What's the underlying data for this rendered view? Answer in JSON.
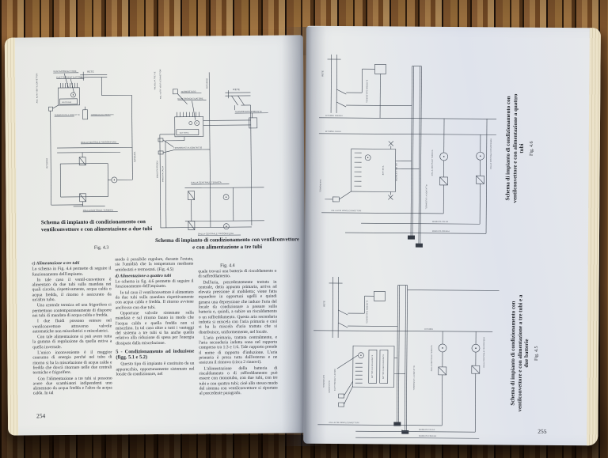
{
  "colors": {
    "paper": "#e9eae6",
    "paper_cool": "#dfe3ec",
    "ink": "#2e3138",
    "diagram_line": "#414955",
    "wood_dark": "#241609",
    "wood_mid": "#96663a",
    "wood_light": "#c49a63"
  },
  "page_left": {
    "number": "254",
    "fig43": {
      "caption": "Schema di impianto di condizionamento con ventilconvettore e con alimentazione a due tubi",
      "fig_label": "Fig. 4.3",
      "labels": {
        "agli_altri": "AGLI ALTRI VENTILCONVETTORI",
        "ventilconvettore": "VENTILCONVETTORE",
        "elettroventilatore": "ELETTROVENTILATORE",
        "rete": "RETE",
        "batteria": "BATTERIA",
        "termostato_a_contatto": "TERMOSTATO A CONTATTO",
        "termostato_ambiente": "TERMOSTATO AMBIENTE",
        "dalla_centrale_frigorifera": "DALLA CENTRALE FRIGORIFERA",
        "dalla_centrale_termica": "DALLA CENTRALE TERMICA",
        "ritorno": "RITORNO",
        "mandata": "MANDATA"
      }
    },
    "fig44": {
      "caption": "Schema di impianto di condizionamento con ventilconvettore e con alimentazione a tre tubi",
      "fig_label": "Fig. 4.4",
      "labels": {
        "valvola_a_tre_vie": "VALVOLA A TRE VIE",
        "agli_altri": "AGLI ALTRI VENTILCONVETTORI",
        "termostato": "TERMOSTATO",
        "elettroventilatore": "ELETTROVENTILATORE",
        "ritorno": "RITORNO",
        "rete": "RETE",
        "termostato_ambiente": "TERMOSTATO AMBIENTE",
        "batteria": "BATTERIA",
        "termostati_a_contatto": "TERMOSTATI A CONTATTO",
        "mandata_fredda": "MANDATA FREDDA",
        "mandata_calda": "MANDATA CALDA",
        "dalla_centrale_termica": "DALLA CENTRALE TERMICA",
        "dalla_centrale_frigorifera": "DALLA CENTRALE FRIGORIFERA"
      }
    },
    "col1": {
      "heading": "c) Alimentazione a tre tubi",
      "p1": "Lo schema in Fig. 4.4 permette di seguire il funzionamento dell'impianto.",
      "p2": "In tale caso il ventil-convettore è alimentato da due tubi sulla mandata nei quali circola, rispettivamente, acqua calda o acqua fredda, il ritorno è assicurato da un'altro tubo.",
      "p3": "Una centrale termica ed una frigorifera ci permettono contemporaneamente di disporre nei tubi di mandata di acqua calda e fredda.",
      "p4": "I due fluidi possono entrare nel ventilconvettore attraverso valvole automatiche non miscelatrici o miscelatrici.",
      "p5": "Con tale alimentazione si può avere tutta la gamma di regolazione da quella estiva a quella invernale.",
      "p6": "L'unico inconveniente è il maggior consumo di energia perché nel tubo di ritorno si ha la miscelazione di acqua calda e fredda che dovrà ritornare nelle due centrali termiche e frigorifere.",
      "p7": "Con l'alimentazione a tre tubi si possono avere due scambiatori indipendenti uno alimentato da acqua fredda e l'altro da acqua calda. In tal"
    },
    "col2": {
      "p1": "modo è possibile regolare, durante l'estate, sia l'umidità che la temperatura mediante umidostati e termostati. (Fig. 4.5)",
      "heading_d": "d) Alimentazione a quattro tubi",
      "p2": "Lo schema in fig. 4.6 permette di seguire il funzionamento dell'impianto.",
      "p3": "In tal caso il ventilconvettore è alimentato da due tubi sulla mandata rispettivamente con acqua calda e fredda. Il ritorno avviene anch'esso con due tubi.",
      "p4": "Opportune valvole sistemate sulla mandata e sul ritorno fanno in modo che l'acqua calda e quella fredda non si miscelino. In tal caso oltre a tutti i vantaggi del sistema a tre tubi si ha anche quello relativo alla riduzione di spesa per l'energia dissipata dalla miscelazione.",
      "heading_5": "5 - Condizionamento ad induzione (figg. 5.1 e 5.2)",
      "p5": "Questo tipo di impianto è costituito da un apparecchio, opportunamente sistemato nel locale da condizionare, nel"
    },
    "col3": {
      "p1": "quale trovasi una batteria di riscaldamento o di raffreddamento.",
      "p2": "Dell'aria, precedentemente trattata in centrale, detta appunto primaria, arriva ad elevata pressione al mobiletto; viene fatta espandere in opportuni ugelli e quindi genera una depressione che induce l'aria del locale da condizionare a passare sulla batteria e, quindi, a subire un riscaldamento o un raffreddamento. Questa aria secondaria indotta si miscela con l'aria primaria e così si ha la miscela d'aria trattata che si distribuisce, uniformemente, nel locale.",
      "p3": "L'aria primaria, trattata centralmente, e l'aria secondaria indotta sono nel rapporto compreso tra 1:3 e 1:6. Tale rapporto prende il nome di rapporto d'induzione. L'aria primaria è presa tutta dall'esterno e ne assicura il rinnovo (circa 2 rinnovi).",
      "p4": "L'alimentazione della batteria di riscaldamento o di raffreddamento può essere con monotubo, con due tubi, con tre tubi e con quattro tubi; cioè allo stesso modo del sistema con ventilconvettore si riportato al precedente paragrafo."
    }
  },
  "page_right": {
    "number": "255",
    "fig46": {
      "caption": "Schema di impianto di condizionamento con ventilconvettore e con alimentazione a quattro tubi",
      "fig_label": "Fig. 4.6",
      "labels": {
        "rete": "RETE",
        "termostato_ambiente": "TERMOSTATO AMBIENTE",
        "ritorno_fredda": "RITORNO FREDDA",
        "ritorno_calda": "RITORNO CALDA",
        "batteria": "BATTERIA",
        "valvole_a_tre_vie": "VALVOLE A TRE VIE",
        "termostato": "TERMOSTATO",
        "termostati_a_contatto": "TERMOSTATI A CONTATTO",
        "dalla_centrale_termica": "DALLA CENTRALE TERMICA",
        "dalla_centrale_frigorifera": "DALLA CENTRALE FRIGORIFERA",
        "agli_altri": "AGLI ALTRI VENTILCONVETTORI",
        "mandata_calda": "MANDATA CALDA",
        "mandata_fredda": "MANDATA FREDDA"
      }
    },
    "fig45": {
      "caption": "Schema di impianto di condizionamento con ventilconvettore e con alimentazione a tre tubi e a due batterie",
      "fig_label": "Fig. 4.5",
      "labels": {
        "rete": "RETE",
        "termostato_ambiente": "TERMOSTATO AMBIENTE",
        "ritorno": "RITORNO",
        "termostato": "TERMOSTATO",
        "umidostato": "UMIDOSTATO",
        "elettroventilatore": "ELETTROVENTILATORE",
        "batteria_riscaldante": "BATTERIA RISCALDANTE",
        "batteria_refrigerante": "BATTERIA REFRIGERANTE",
        "termostati_a_contatto": "TERMOSTATI A CONTATTO",
        "dalla_centrale_termica": "DALLA CENTRALE TERMICA",
        "dalla_centrale_frigorifera": "DALLA CENTRALE FRIGORIFERA",
        "agli_altri": "AGLI ALTRI VENTILCONVETTORI",
        "mandata_calda": "MANDATA CALDA",
        "mandata_fredda": "MANDATA FREDDA"
      }
    }
  }
}
